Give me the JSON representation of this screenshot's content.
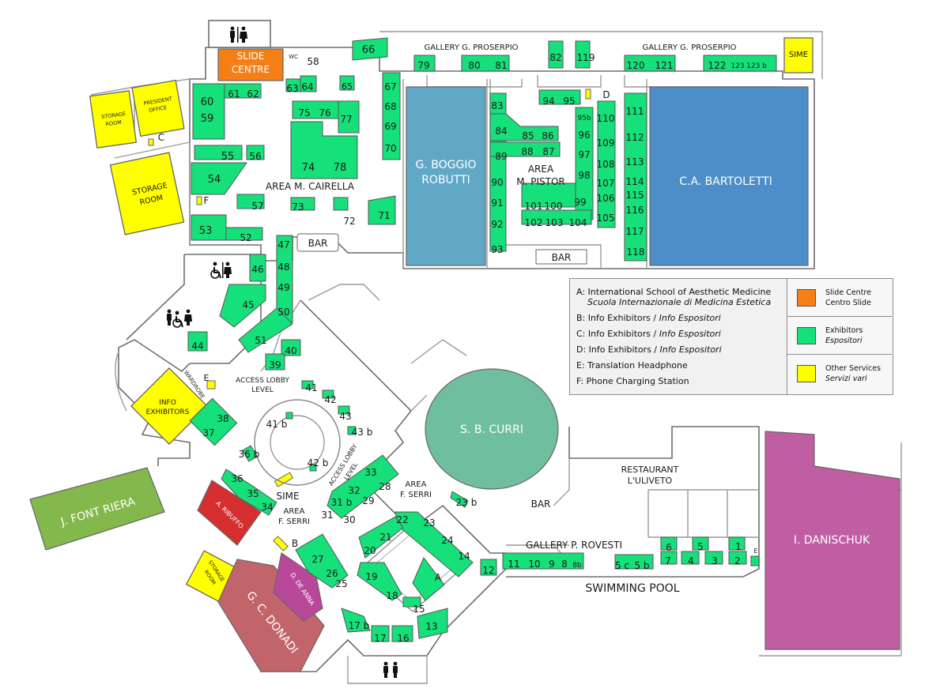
{
  "colors": {
    "exhibitor": "#16e07a",
    "slide_centre": "#f57f17",
    "services": "#ffff00",
    "hall_blue_dark": "#4d8ec8",
    "hall_blue_light": "#60a8c6",
    "hall_teal": "#6fbf9e",
    "hall_purple": "#bf5ea3",
    "hall_green": "#83b84c",
    "hall_red": "#d42e2e",
    "hall_brown": "#c2656b",
    "hall_magenta": "#b9489a"
  },
  "halls": {
    "boggio_1": "G. BOGGIO",
    "boggio_2": "ROBUTTI",
    "bartoletti": "C.A. BARTOLETTI",
    "curri": "S. B. CURRI",
    "font_riera": "J. FONT RIERA",
    "danischuk": "I. DANISCHUK",
    "donadi": "G. C. DONADI",
    "ribuffo": "A. RIBUFFO",
    "de_anna": "D. DE ANNA"
  },
  "areas": {
    "cairella": "AREA M. CAIRELLA",
    "pistor_1": "AREA",
    "pistor_2": "M. PISTOR",
    "serri_r_1": "AREA",
    "serri_r_2": "F. SERRI",
    "serri_l_1": "AREA",
    "serri_l_2": "F. SERRI",
    "lobby_1": "ACCESS LOBBY",
    "lobby_2": "LEVEL",
    "lobby_rot": "ACCESS LOBBY",
    "lobby_rot_2": "LEVEL"
  },
  "labels": {
    "gallery_left": "GALLERY G. PROSERPIO",
    "gallery_right": "GALLERY G. PROSERPIO",
    "gallery_rovesti": "GALLERY P. ROVESTI",
    "swimming_pool": "SWIMMING POOL",
    "restaurant_1": "RESTAURANT",
    "restaurant_2": "L'ULIVETO",
    "bar_top": "BAR",
    "bar_pistor": "BAR",
    "bar_right": "BAR",
    "slide_centre_1": "SLIDE",
    "slide_centre_2": "CENTRE",
    "wc": "WC",
    "sime_top": "SIME",
    "sime_mid": "SIME",
    "info_1": "INFO",
    "info_2": "EXHIBITORS",
    "wardrobe": "WARDROBE",
    "storage_1": "STORAGE",
    "storage_2": "ROOM",
    "storage_big_1": "STORAGE",
    "storage_big_2": "ROOM",
    "storage_small_1": "STORAGE",
    "storage_small_2": "ROOM",
    "president_1": "PRESIDENT",
    "president_2": "OFFICE",
    "point_a": "A",
    "point_b": "B",
    "point_c": "C",
    "point_d": "D",
    "point_e": "E",
    "point_e2": "E",
    "point_f": "F"
  },
  "booths": [
    {
      "n": "66"
    },
    {
      "n": "58"
    },
    {
      "n": "63"
    },
    {
      "n": "64"
    },
    {
      "n": "65"
    },
    {
      "n": "60"
    },
    {
      "n": "59"
    },
    {
      "n": "61"
    },
    {
      "n": "62"
    },
    {
      "n": "75"
    },
    {
      "n": "76"
    },
    {
      "n": "77"
    },
    {
      "n": "74"
    },
    {
      "n": "78"
    },
    {
      "n": "55"
    },
    {
      "n": "56"
    },
    {
      "n": "54"
    },
    {
      "n": "57"
    },
    {
      "n": "73"
    },
    {
      "n": "72"
    },
    {
      "n": "71"
    },
    {
      "n": "53"
    },
    {
      "n": "52"
    },
    {
      "n": "67"
    },
    {
      "n": "68"
    },
    {
      "n": "69"
    },
    {
      "n": "70"
    },
    {
      "n": "47"
    },
    {
      "n": "48"
    },
    {
      "n": "49"
    },
    {
      "n": "50"
    },
    {
      "n": "46"
    },
    {
      "n": "45"
    },
    {
      "n": "51"
    },
    {
      "n": "40"
    },
    {
      "n": "39"
    },
    {
      "n": "44"
    },
    {
      "n": "79"
    },
    {
      "n": "80"
    },
    {
      "n": "81"
    },
    {
      "n": "82"
    },
    {
      "n": "119"
    },
    {
      "n": "120"
    },
    {
      "n": "121"
    },
    {
      "n": "122"
    },
    {
      "n": "123"
    },
    {
      "n": "123 b"
    },
    {
      "n": "94"
    },
    {
      "n": "95"
    },
    {
      "n": "83"
    },
    {
      "n": "84"
    },
    {
      "n": "85"
    },
    {
      "n": "86"
    },
    {
      "n": "89"
    },
    {
      "n": "88"
    },
    {
      "n": "87"
    },
    {
      "n": "90"
    },
    {
      "n": "91"
    },
    {
      "n": "92"
    },
    {
      "n": "93"
    },
    {
      "n": "95b"
    },
    {
      "n": "96"
    },
    {
      "n": "97"
    },
    {
      "n": "98"
    },
    {
      "n": "99"
    },
    {
      "n": "101"
    },
    {
      "n": "100"
    },
    {
      "n": "102"
    },
    {
      "n": "103"
    },
    {
      "n": "104"
    },
    {
      "n": "110"
    },
    {
      "n": "109"
    },
    {
      "n": "108"
    },
    {
      "n": "107"
    },
    {
      "n": "106"
    },
    {
      "n": "105"
    },
    {
      "n": "111"
    },
    {
      "n": "112"
    },
    {
      "n": "113"
    },
    {
      "n": "114"
    },
    {
      "n": "115"
    },
    {
      "n": "116"
    },
    {
      "n": "117"
    },
    {
      "n": "118"
    },
    {
      "n": "41"
    },
    {
      "n": "42"
    },
    {
      "n": "43"
    },
    {
      "n": "43 b"
    },
    {
      "n": "41 b"
    },
    {
      "n": "42 b"
    },
    {
      "n": "38"
    },
    {
      "n": "37"
    },
    {
      "n": "36 b"
    },
    {
      "n": "36"
    },
    {
      "n": "35"
    },
    {
      "n": "34"
    },
    {
      "n": "33"
    },
    {
      "n": "32"
    },
    {
      "n": "28"
    },
    {
      "n": "31 b"
    },
    {
      "n": "29"
    },
    {
      "n": "31"
    },
    {
      "n": "30"
    },
    {
      "n": "23 b"
    },
    {
      "n": "22"
    },
    {
      "n": "23"
    },
    {
      "n": "21"
    },
    {
      "n": "24"
    },
    {
      "n": "20"
    },
    {
      "n": "14"
    },
    {
      "n": "19"
    },
    {
      "n": "18"
    },
    {
      "n": "15"
    },
    {
      "n": "12"
    },
    {
      "n": "27"
    },
    {
      "n": "26"
    },
    {
      "n": "25"
    },
    {
      "n": "17 b"
    },
    {
      "n": "17"
    },
    {
      "n": "16"
    },
    {
      "n": "13"
    },
    {
      "n": "11"
    },
    {
      "n": "10"
    },
    {
      "n": "9"
    },
    {
      "n": "8"
    },
    {
      "n": "8b"
    },
    {
      "n": "5 c"
    },
    {
      "n": "5 b"
    },
    {
      "n": "6"
    },
    {
      "n": "5"
    },
    {
      "n": "7"
    },
    {
      "n": "4"
    },
    {
      "n": "3"
    },
    {
      "n": "1"
    },
    {
      "n": "2"
    }
  ],
  "legend": {
    "a_1": "A: International School of Aesthetic Medicine",
    "a_2": "Scuola Internazionale di Medicina Estetica",
    "b": "B: Info Exhibitors / ",
    "b_it": "Info Espositori",
    "c": "C: Info Exhibitors / ",
    "c_it": "Info Espositori",
    "d": "D: Info Exhibitors / ",
    "d_it": "Info Espositori",
    "e": "E: Translation Headphone",
    "f": "F: Phone Charging Station",
    "key_slide_1": "Slide Centre",
    "key_slide_2": "Centro Slide",
    "key_exhib_1": "Exhibitors",
    "key_exhib_2": "Espositori",
    "key_other_1": "Other Services",
    "key_other_2": "Servizi vari"
  },
  "icons": {
    "restroom": "restroom-icon",
    "accessible": "accessible-restroom-icon"
  }
}
